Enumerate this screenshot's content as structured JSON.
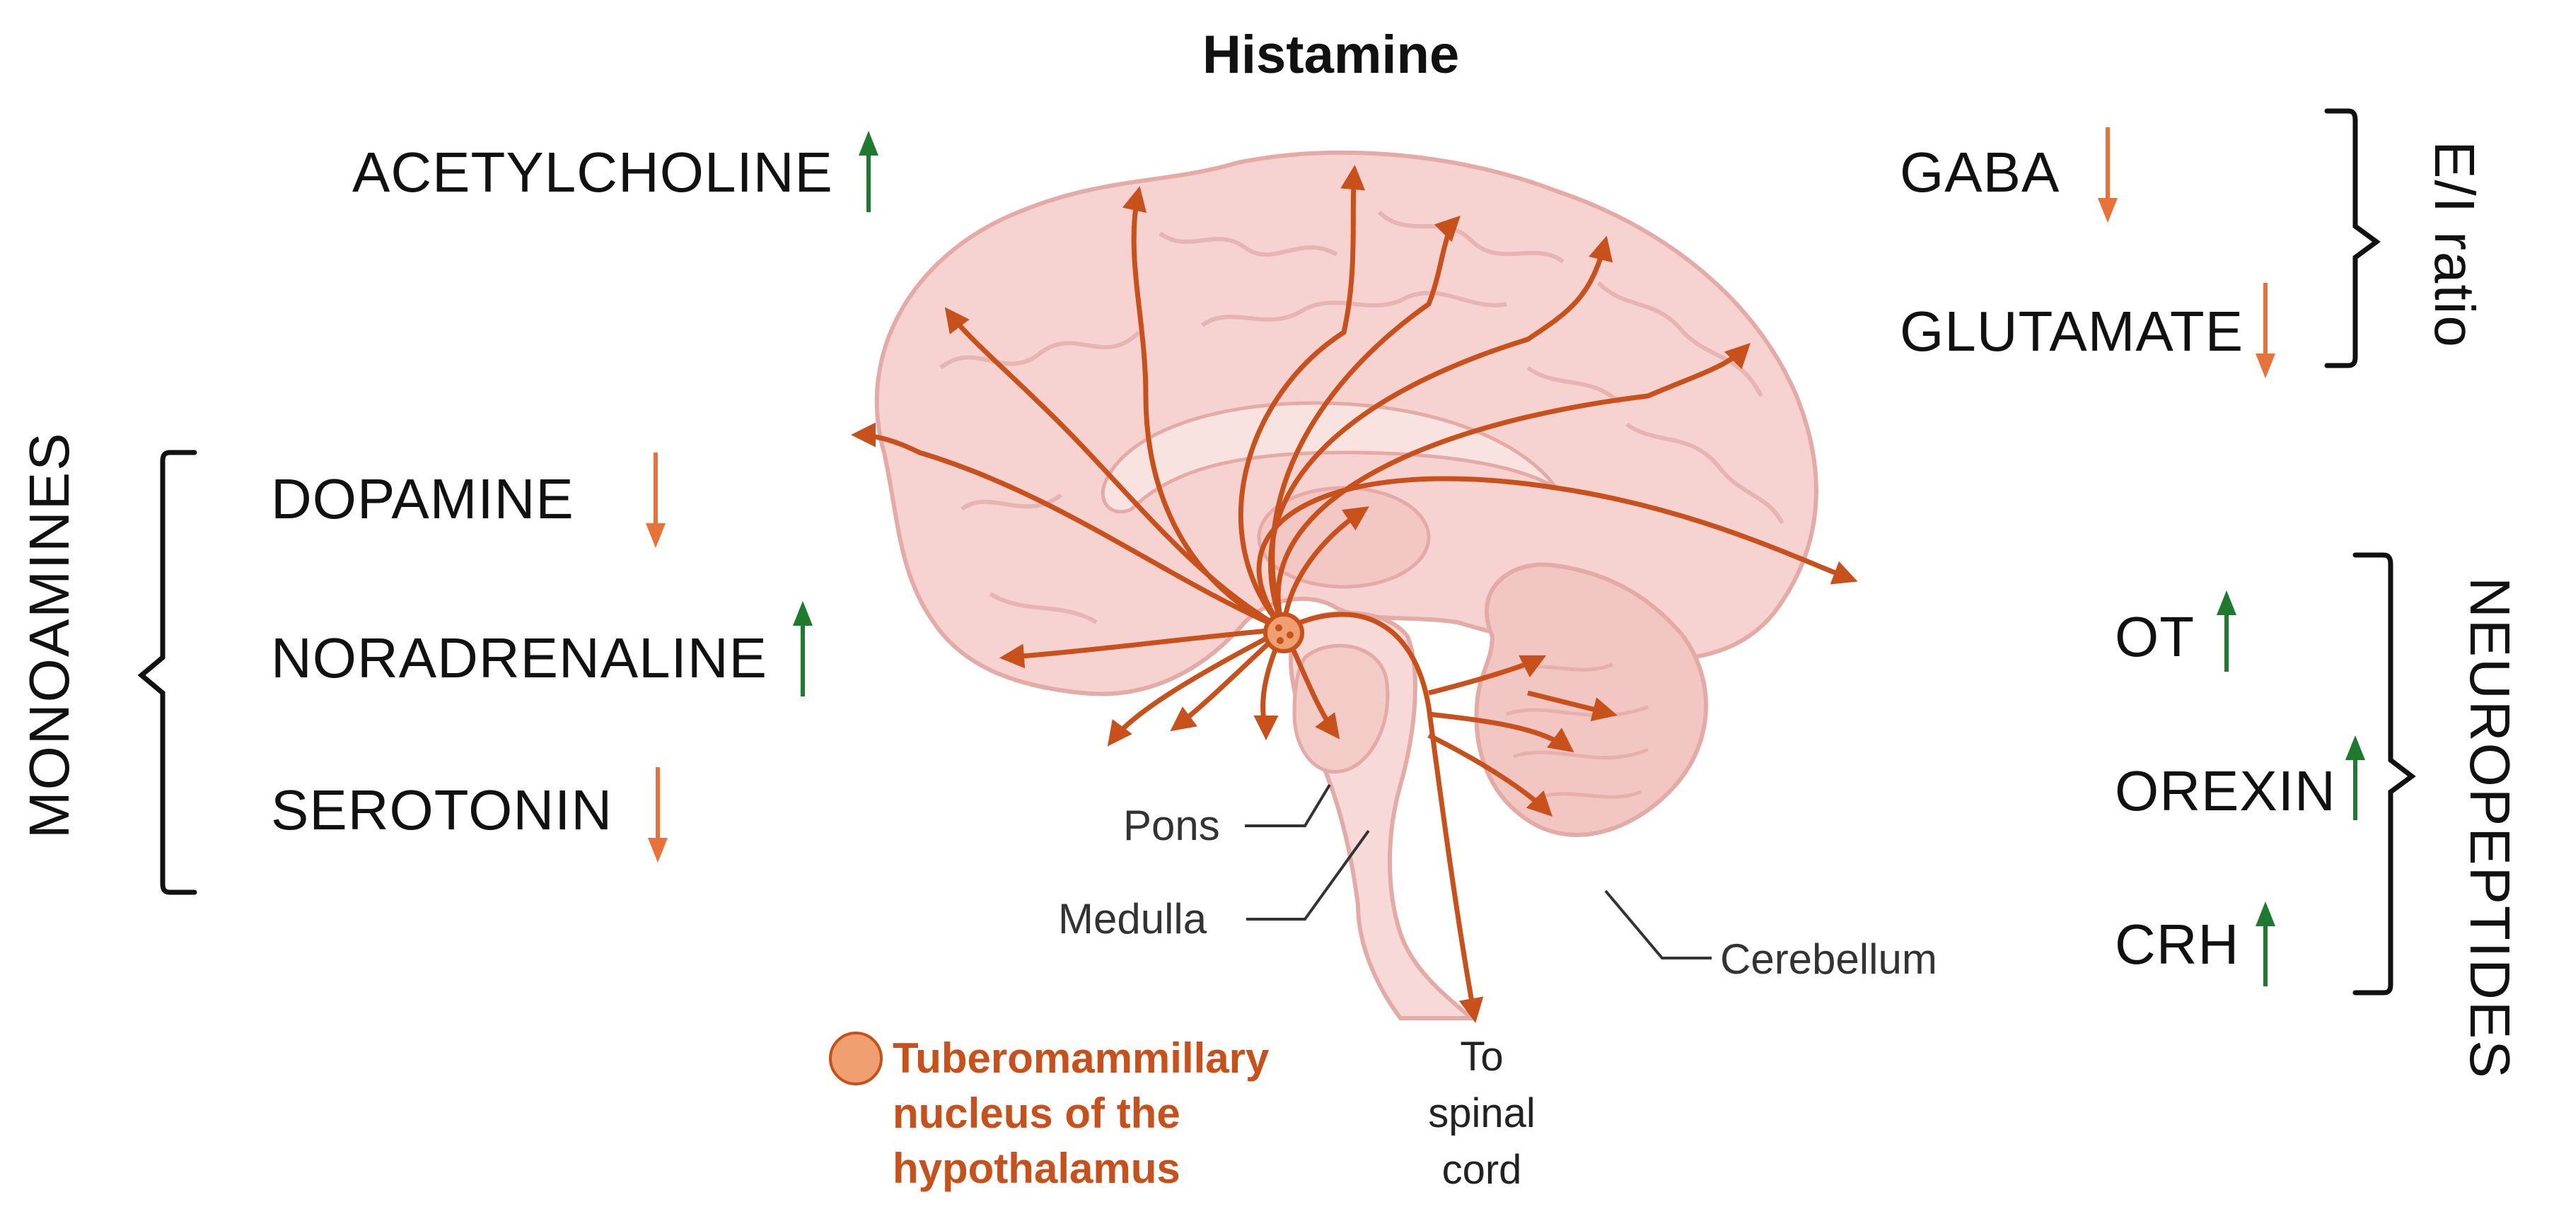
{
  "title": "Histamine",
  "colors": {
    "up": "#1e7a2e",
    "down": "#e8733a",
    "projection": "#c8501a",
    "brain_fill": "#f6d3d1",
    "brain_stroke": "#e3aaa6",
    "nucleus": "#f0a070"
  },
  "top_left": {
    "name": "ACETYLCHOLINE",
    "direction": "up"
  },
  "monoamines": {
    "label": "MONOAMINES",
    "items": [
      {
        "name": "DOPAMINE",
        "direction": "down"
      },
      {
        "name": "NORADRENALINE",
        "direction": "up"
      },
      {
        "name": "SEROTONIN",
        "direction": "down"
      }
    ]
  },
  "ei": {
    "label": "E/I ratio",
    "items": [
      {
        "name": "GABA",
        "direction": "down"
      },
      {
        "name": "GLUTAMATE",
        "direction": "down"
      }
    ]
  },
  "neuropeptides": {
    "label": "NEUROPEPTIDES",
    "items": [
      {
        "name": "OT",
        "direction": "up"
      },
      {
        "name": "OREXIN",
        "direction": "up"
      },
      {
        "name": "CRH",
        "direction": "up"
      }
    ]
  },
  "anatomy": {
    "pons": "Pons",
    "medulla": "Medulla",
    "cerebellum": "Cerebellum",
    "spinal_line1": "To",
    "spinal_line2": "spinal",
    "spinal_line3": "cord"
  },
  "legend": {
    "line1": "Tuberomammillary",
    "line2": "nucleus of the",
    "line3": "hypothalamus"
  }
}
